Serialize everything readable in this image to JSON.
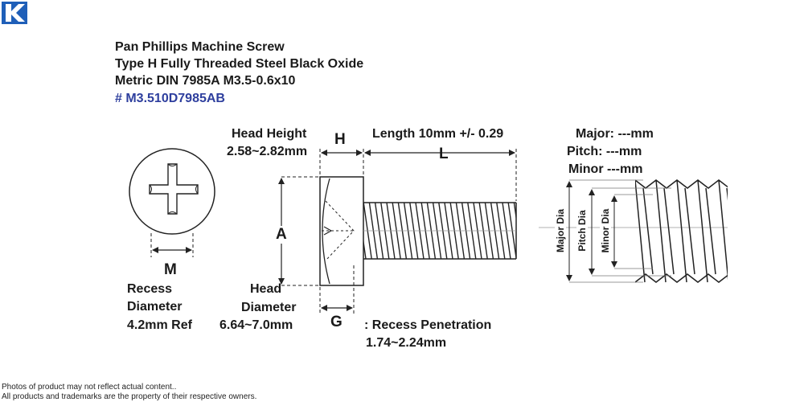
{
  "logo": {
    "letter": "K",
    "color": "#1f5fb8"
  },
  "title": {
    "line1": "Pan Phillips Machine Screw",
    "line2": "Type H Fully Threaded Steel Black Oxide",
    "line3": "Metric DIN 7985A M3.5-0.6x10",
    "part_number": "# M3.510D7985AB",
    "part_number_color": "#2e3f9e"
  },
  "recess": {
    "letter": "M",
    "label_line1": "Recess",
    "label_line2": "Diameter",
    "value": "4.2mm Ref"
  },
  "head_height": {
    "label": "Head Height",
    "value": "2.58~2.82mm",
    "letter": "H"
  },
  "length": {
    "label": "Length 10mm +/- 0.29",
    "letter": "L"
  },
  "head_diameter": {
    "letter": "A",
    "label_line1": "Head",
    "label_line2": "Diameter",
    "value": "6.64~7.0mm"
  },
  "recess_penetration": {
    "letter": "G",
    "label": ": Recess Penetration",
    "value": "1.74~2.24mm"
  },
  "thread": {
    "major": "Major: ---mm",
    "pitch": "Pitch:  ---mm",
    "minor": "Minor  ---mm",
    "major_dia_label": "Major Dia",
    "pitch_dia_label": "Pitch Dia",
    "minor_dia_label": "Minor Dia"
  },
  "footer": {
    "line1": "Photos of product may not reflect actual content..",
    "line2": "All products and trademarks are the property of their respective owners."
  }
}
